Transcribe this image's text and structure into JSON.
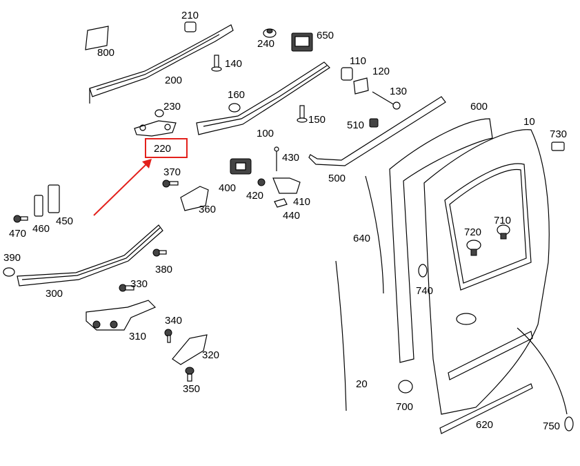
{
  "labels": {
    "p10": "10",
    "p20": "20",
    "p100": "100",
    "p110": "110",
    "p120": "120",
    "p130": "130",
    "p140": "140",
    "p150": "150",
    "p160": "160",
    "p200": "200",
    "p210": "210",
    "p220": "220",
    "p230": "230",
    "p240": "240",
    "p300": "300",
    "p310": "310",
    "p320": "320",
    "p330": "330",
    "p340": "340",
    "p350": "350",
    "p360": "360",
    "p370": "370",
    "p380": "380",
    "p390": "390",
    "p400": "400",
    "p410": "410",
    "p420": "420",
    "p430": "430",
    "p440": "440",
    "p450": "450",
    "p460": "460",
    "p470": "470",
    "p500": "500",
    "p510": "510",
    "p600": "600",
    "p620": "620",
    "p640": "640",
    "p650": "650",
    "p700": "700",
    "p710": "710",
    "p720": "720",
    "p730": "730",
    "p740": "740",
    "p750": "750",
    "p800": "800"
  },
  "highlight": {
    "part": "220",
    "box_color": "#e3201b",
    "arrow_color": "#e3201b"
  }
}
